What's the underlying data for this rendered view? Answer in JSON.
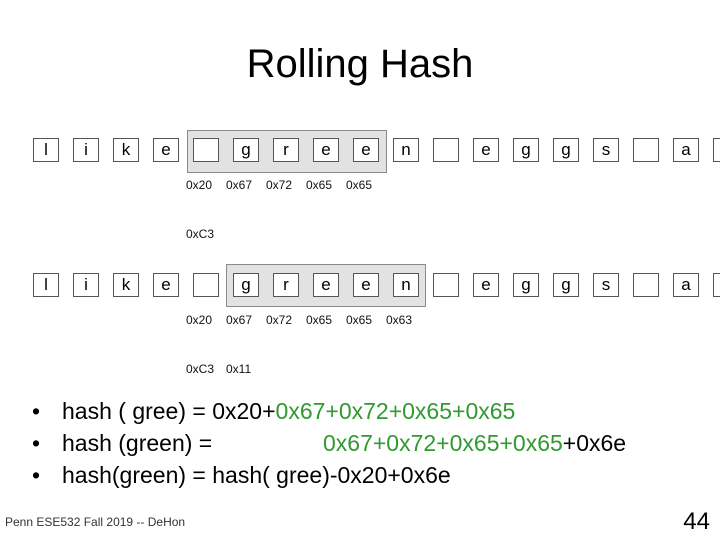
{
  "title": "Rolling Hash",
  "strip1": {
    "cells": [
      "l",
      "i",
      "k",
      "e",
      "",
      "g",
      "r",
      "e",
      "e",
      "n",
      "",
      "e",
      "g",
      "g",
      "s",
      "",
      "a",
      ""
    ],
    "hex": [
      "0x20",
      "0x67",
      "0x72",
      "0x65",
      "0x65"
    ],
    "sum": "0xC3"
  },
  "strip2": {
    "cells": [
      "l",
      "i",
      "k",
      "e",
      "",
      "g",
      "r",
      "e",
      "e",
      "n",
      "",
      "e",
      "g",
      "g",
      "s",
      "",
      "a",
      ""
    ],
    "hex": [
      "0x20",
      "0x67",
      "0x72",
      "0x65",
      "0x65",
      "0x63"
    ],
    "sums": [
      "0xC3",
      "0x11"
    ]
  },
  "bullets": [
    {
      "parts": [
        {
          "text": "hash ( gree) = 0x20+",
          "green": false
        },
        {
          "text": "0x67+0x72+0x65+0x65",
          "green": true
        }
      ]
    },
    {
      "parts": [
        {
          "text": "hash (green) = ",
          "green": false
        },
        {
          "text": "0x67+0x72+0x65+0x65",
          "green": true
        },
        {
          "text": "+0x6e",
          "green": false
        }
      ]
    },
    {
      "parts": [
        {
          "text": "hash(green) = hash( gree)-0x20+0x6e",
          "green": false
        }
      ]
    }
  ],
  "footer": "Penn ESE532 Fall 2019 -- DeHon",
  "page_number": "44",
  "colors": {
    "highlight": "#2f9a2f",
    "window": "#e2e2e2"
  }
}
